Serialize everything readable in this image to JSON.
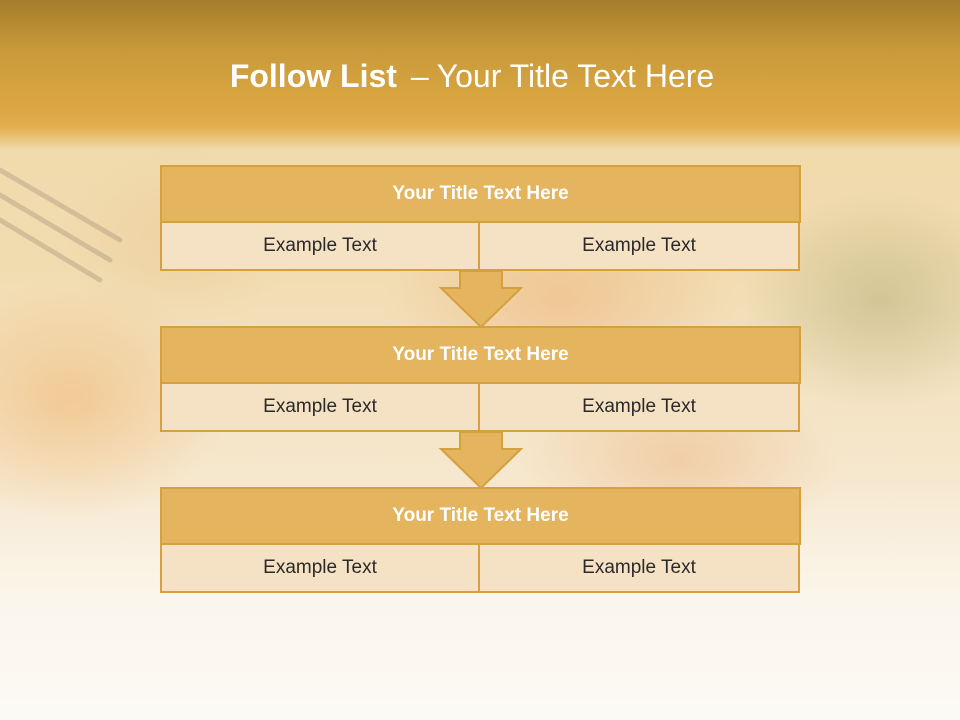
{
  "slide": {
    "title_bold": "Follow List",
    "title_separator": "–",
    "title_rest": "Your Title Text Here"
  },
  "blocks": [
    {
      "title": "Your Title Text Here",
      "left": "Example Text",
      "right": "Example Text"
    },
    {
      "title": "Your Title Text Here",
      "left": "Example Text",
      "right": "Example Text"
    },
    {
      "title": "Your Title Text Here",
      "left": "Example Text",
      "right": "Example Text"
    }
  ],
  "colors": {
    "header_bar": "#dca743",
    "block_title_fill": "#e4b45e",
    "block_border": "#d5a13f",
    "cell_fill": "#f5e2c5",
    "arrow_fill": "#e4b45e"
  }
}
